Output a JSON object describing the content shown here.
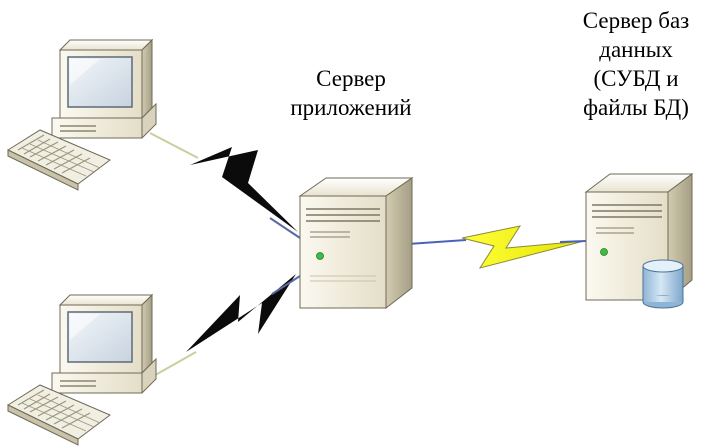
{
  "app_server": {
    "label_lines": [
      "Сервер",
      "приложений"
    ]
  },
  "db_server": {
    "label_lines": [
      "Сервер баз",
      "данных",
      "(СУБД и",
      "файлы БД)"
    ]
  },
  "colors": {
    "bolt_dark": "#0b0b0b",
    "bolt_yellow": "#f2f200",
    "bolt_outline": "#8a8a40",
    "case_light": "#f4f1e6",
    "case_mid": "#dcd6c0",
    "case_dark": "#a9a38a",
    "monitor_screen": "#dde6ee",
    "db_cylinder": "#b9d4ea",
    "led_green": "#3cbf3c"
  },
  "icons": [
    "client-computer-icon",
    "client-computer-icon",
    "server-tower-icon",
    "database-server-icon",
    "database-cylinder-icon",
    "lightning-link-icon"
  ]
}
